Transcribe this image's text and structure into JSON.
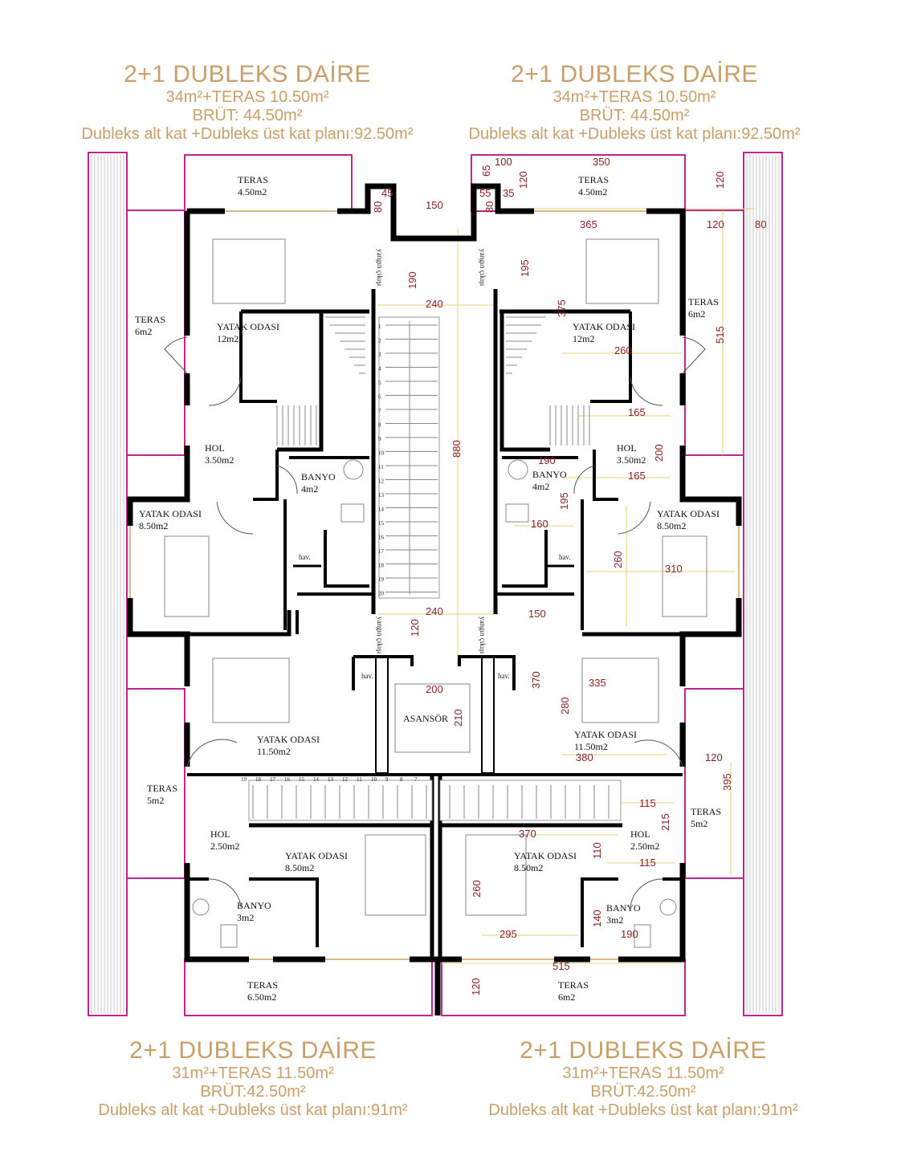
{
  "units": {
    "top_left": {
      "title": "2+1 DUBLEKS DAİRE",
      "area": "34m²+TERAS 10.50m²",
      "gross": "BRÜT: 44.50m²",
      "total": "Dubleks alt kat +Dubleks üst kat planı:92.50m²"
    },
    "top_right": {
      "title": "2+1 DUBLEKS DAİRE",
      "area": "34m²+TERAS 10.50m²",
      "gross": "BRÜT: 44.50m²",
      "total": "Dubleks alt kat +Dubleks üst kat planı:92.50m²"
    },
    "bottom_left": {
      "title": "2+1 DUBLEKS DAİRE",
      "area": "31m²+TERAS 11.50m²",
      "gross": "BRÜT:42.50m²",
      "total": "Dubleks alt kat +Dubleks üst kat planı:91m²"
    },
    "bottom_right": {
      "title": "2+1 DUBLEKS DAİRE",
      "area": "31m²+TERAS 11.50m²",
      "gross": "BRÜT:42.50m²",
      "total": "Dubleks alt kat +Dubleks üst kat planı:91m²"
    }
  },
  "rooms": {
    "tl_teras_top": {
      "name": "TERAS",
      "area": "4.50m2"
    },
    "tl_teras_side": {
      "name": "TERAS",
      "area": "6m2"
    },
    "tl_bedroom": {
      "name": "YATAK ODASI",
      "area": "12m2"
    },
    "tl_hol": {
      "name": "HOL",
      "area": "3.50m2"
    },
    "tl_banyo": {
      "name": "BANYO",
      "area": "4m2"
    },
    "tl_bedroom2": {
      "name": "YATAK ODASI",
      "area": "8.50m2"
    },
    "tr_teras_top": {
      "name": "TERAS",
      "area": "4.50m2"
    },
    "tr_teras_side": {
      "name": "TERAS",
      "area": "6m2"
    },
    "tr_bedroom": {
      "name": "YATAK ODASI",
      "area": "12m2"
    },
    "tr_hol": {
      "name": "HOL",
      "area": "3.50m2"
    },
    "tr_banyo": {
      "name": "BANYO",
      "area": "4m2"
    },
    "tr_bedroom2": {
      "name": "YATAK ODASI",
      "area": "8.50m2"
    },
    "bl_bedroom": {
      "name": "YATAK ODASI",
      "area": "11.50m2"
    },
    "bl_teras_side": {
      "name": "TERAS",
      "area": "5m2"
    },
    "bl_hol": {
      "name": "HOL",
      "area": "2.50m2"
    },
    "bl_bedroom2": {
      "name": "YATAK ODASI",
      "area": "8.50m2"
    },
    "bl_banyo": {
      "name": "BANYO",
      "area": "3m2"
    },
    "bl_teras_bottom": {
      "name": "TERAS",
      "area": "6.50m2"
    },
    "br_bedroom": {
      "name": "YATAK ODASI",
      "area": "11.50m2"
    },
    "br_teras_side": {
      "name": "TERAS",
      "area": "5m2"
    },
    "br_hol": {
      "name": "HOL",
      "area": "2.50m2"
    },
    "br_bedroom2": {
      "name": "YATAK ODASI",
      "area": "8.50m2"
    },
    "br_banyo": {
      "name": "BANYO",
      "area": "3m2"
    },
    "br_teras_bottom": {
      "name": "TERAS",
      "area": "6m2"
    },
    "elevator": {
      "name": "ASANSÖR"
    }
  },
  "labels": {
    "fire_exit": "yangın çıkışı",
    "hav": "hav."
  },
  "dimensions": [
    "45",
    "80",
    "150",
    "55",
    "80",
    "35",
    "100",
    "65",
    "350",
    "120",
    "120",
    "365",
    "120",
    "80",
    "195",
    "190",
    "240",
    "375",
    "515",
    "260",
    "165",
    "880",
    "200",
    "190",
    "165",
    "195",
    "160",
    "260",
    "310",
    "240",
    "120",
    "150",
    "370",
    "200",
    "210",
    "335",
    "280",
    "380",
    "120",
    "395",
    "115",
    "215",
    "370",
    "110",
    "115",
    "260",
    "140",
    "295",
    "190",
    "515",
    "120"
  ],
  "stair_numbers_top": [
    "1",
    "2",
    "3",
    "4",
    "5",
    "6",
    "7",
    "8",
    "9",
    "10",
    "11",
    "12",
    "13",
    "14",
    "15",
    "16",
    "17",
    "18",
    "19",
    "20"
  ],
  "stair_numbers_bottom": [
    "19",
    "18",
    "17",
    "16",
    "15",
    "14",
    "13",
    "12",
    "11",
    "10",
    "9",
    "8",
    "7"
  ]
}
